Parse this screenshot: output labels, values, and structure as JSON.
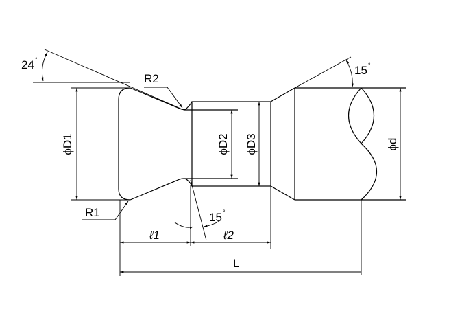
{
  "drawing": {
    "labels": {
      "angle_top_left": "24",
      "angle_top_right": "15",
      "angle_bottom": "15",
      "degree_symbol": "°",
      "r1": "R1",
      "r2": "R2",
      "d1": "ϕD1",
      "d2": "ϕD2",
      "d3": "ϕD3",
      "d": "ϕd",
      "l1": "ℓ1",
      "l2": "ℓ2",
      "L": "L"
    }
  }
}
